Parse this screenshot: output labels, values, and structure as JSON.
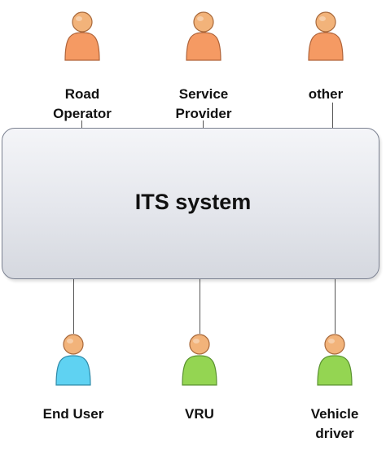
{
  "system": {
    "title": "ITS system"
  },
  "actors_top": [
    {
      "label": "Road\nOperator",
      "color": "#f59a63"
    },
    {
      "label": "Service\nProvider",
      "color": "#f59a63"
    },
    {
      "label": "other",
      "color": "#f59a63"
    }
  ],
  "actors_bottom": [
    {
      "label": "End User",
      "color": "#5fd2f2"
    },
    {
      "label": "VRU",
      "color": "#94d552"
    },
    {
      "label": "Vehicle\ndriver",
      "color": "#94d552"
    }
  ],
  "colors": {
    "head": "#f2b37a",
    "line": "#555555",
    "box_border": "#7a8090"
  }
}
